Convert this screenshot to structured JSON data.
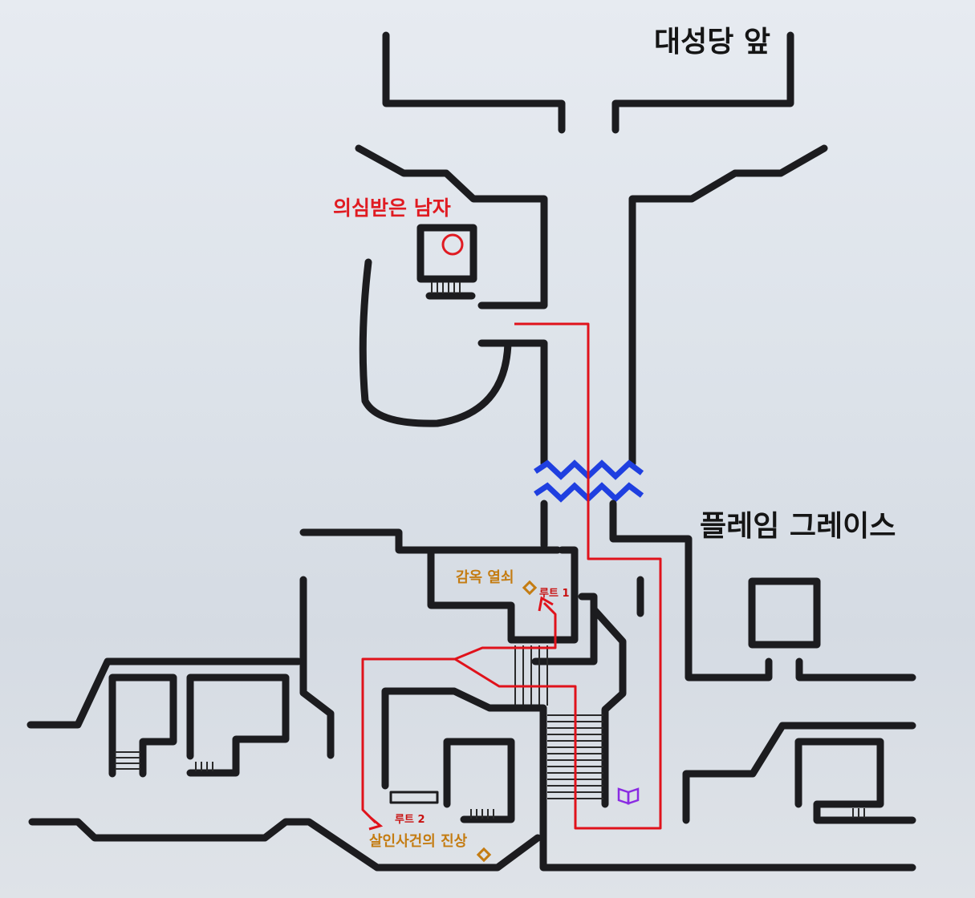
{
  "map": {
    "areas": {
      "cathedral_front": "대성당 앞",
      "flame_grace": "플레임 그레이스"
    },
    "npc": {
      "label": "의심받은 남자",
      "marker_color": "#e01b22"
    },
    "items": {
      "prison_key": "감옥 열쇠",
      "murder_truth": "살인사건의 진상"
    },
    "routes": {
      "route1": "루트 1",
      "route2": "루트 2",
      "color": "#e0121b"
    },
    "icons": {
      "item_marker": "diamond-icon",
      "book_marker": "open-book-icon",
      "npc_marker": "circle-icon",
      "water": "water-wave-icon"
    },
    "colors": {
      "wall": "#1c1c1f",
      "water": "#1f3fe0",
      "item": "#c47c12",
      "book": "#8a2be2"
    }
  }
}
